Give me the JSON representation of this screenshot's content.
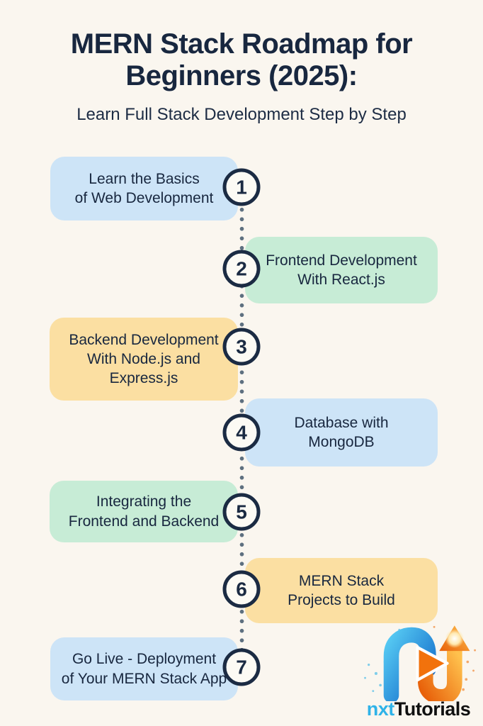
{
  "header": {
    "title": "MERN Stack Roadmap for\nBeginners (2025):",
    "subtitle": "Learn Full Stack Development Step by Step"
  },
  "steps": [
    {
      "number": "1",
      "label": "Learn the Basics\nof Web Development",
      "side": "left",
      "color_name": "blue"
    },
    {
      "number": "2",
      "label": "Frontend Development\nWith React.js",
      "side": "right",
      "color_name": "green"
    },
    {
      "number": "3",
      "label": "Backend Development\nWith Node.js and\nExpress.js",
      "side": "left",
      "color_name": "orange"
    },
    {
      "number": "4",
      "label": "Database with\nMongoDB",
      "side": "right",
      "color_name": "blue"
    },
    {
      "number": "5",
      "label": "Integrating the\nFrontend and Backend",
      "side": "left",
      "color_name": "green"
    },
    {
      "number": "6",
      "label": "MERN Stack\nProjects to Build",
      "side": "right",
      "color_name": "orange"
    },
    {
      "number": "7",
      "label": "Go Live - Deployment\nof Your MERN Stack App",
      "side": "left",
      "color_name": "blue"
    }
  ],
  "colors": {
    "background": "#faf6ef",
    "text": "#18273f",
    "box_blue": "#cde4f7",
    "box_green": "#c7ecd6",
    "box_orange": "#fbdfa2",
    "timeline_dot": "#5e7080",
    "circle_fill": "#fcfaf4",
    "circle_border": "#1b2b43",
    "logo_blue": "#2196d9",
    "logo_orange": "#ef7312"
  },
  "footer": {
    "brand_prefix": "nxt",
    "brand_suffix": "Tutorials",
    "brand_prefix_color": "#2fb3e8",
    "brand_suffix_color": "#101010"
  }
}
